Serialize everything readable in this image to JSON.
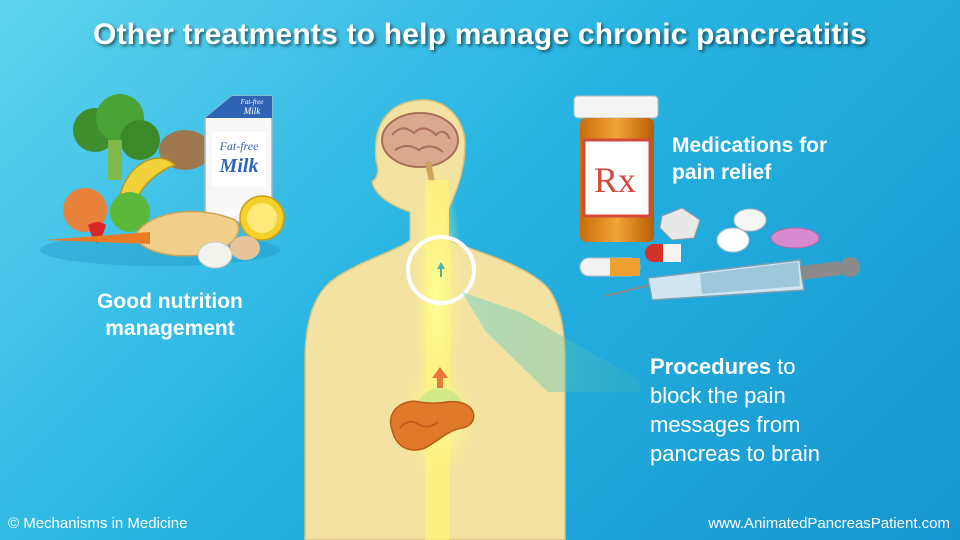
{
  "slide": {
    "title": "Other treatments to help manage chronic pancreatitis",
    "nutrition_label_line1": "Good nutrition",
    "nutrition_label_line2": "management",
    "medications_label_line1": "Medications for",
    "medications_label_line2": "pain relief",
    "procedures_bold": "Procedures",
    "procedures_rest_1": " to",
    "procedures_line2": "block the pain",
    "procedures_line3": "messages from",
    "procedures_line4": "pancreas to brain",
    "milk_carton_top": "Fat-free",
    "milk_carton_brand": "Milk",
    "milk_carton_small_top": "Fat-free",
    "milk_carton_small_brand": "Milk",
    "rx_label": "Rx"
  },
  "footer": {
    "left": "© Mechanisms in Medicine",
    "right": "www.AnimatedPancreasPatient.com"
  },
  "colors": {
    "background_light": "#5fd3ee",
    "background_dark": "#1595cf",
    "body_skin": "#f3e2a2",
    "spine_glow": "#fff27a",
    "pancreas": "#e07a2a",
    "arrow": "#e8793a"
  }
}
